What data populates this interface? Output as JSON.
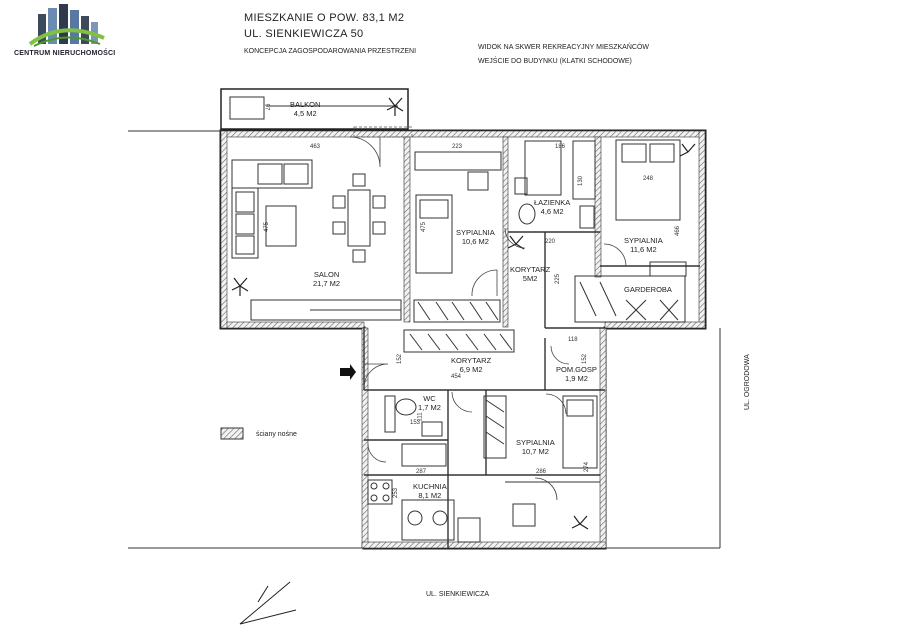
{
  "logo": {
    "text": "CENTRUM NIERUCHOMOŚCI"
  },
  "header": {
    "line1": "MIESZKANIE O POW. 83,1 M2",
    "line2": "UL. SIENKIEWICZA 50",
    "subtitle": "KONCEPCJA ZAGOSPODAROWANIA PRZESTRZENI"
  },
  "notes": {
    "view": "WIDOK NA SKWER REKREACYJNY MIESZKAŃCÓW",
    "entrance": "WEJŚCIE DO BUDYNKU  (KLATKI SCHODOWE)"
  },
  "legend": {
    "bearing_walls": "ściany nośne"
  },
  "streets": {
    "south": "UL. SIENKIEWICZA",
    "east": "UL. OGRODOWA"
  },
  "rooms": {
    "balkon": {
      "name": "BALKON",
      "area": "4,5 M2"
    },
    "salon": {
      "name": "SALON",
      "area": "21,7 M2"
    },
    "sypialnia1": {
      "name": "SYPIALNIA",
      "area": "10,6 M2"
    },
    "lazienka": {
      "name": "ŁAZIENKA",
      "area": "4,6 M2"
    },
    "sypialnia2": {
      "name": "SYPIALNIA",
      "area": "11,6 M2"
    },
    "korytarz1": {
      "name": "KORYTARZ",
      "area": "5M2"
    },
    "garderoba": {
      "name": "GARDEROBA"
    },
    "korytarz2": {
      "name": "KORYTARZ",
      "area": "6,9 M2"
    },
    "pomgosp": {
      "name": "POM.GOSP",
      "area": "1,9 M2"
    },
    "wc": {
      "name": "WC",
      "area": "1,7 M2"
    },
    "sypialnia3": {
      "name": "SYPIALNIA",
      "area": "10,7 M2"
    },
    "kuchnia": {
      "name": "KUCHNIA",
      "area": "8,1 M2"
    }
  },
  "dims": {
    "d97": "97",
    "d463": "463",
    "d475a": "475",
    "d223": "223",
    "d475b": "475",
    "d186": "186",
    "d130": "130",
    "d248": "248",
    "d220": "220",
    "d225": "225",
    "d466": "466",
    "d118": "118",
    "d152a": "152",
    "d152b": "152",
    "d454": "454",
    "d111": "111",
    "d153": "153",
    "d287": "287",
    "d253": "253",
    "d286": "286",
    "d274": "274"
  }
}
